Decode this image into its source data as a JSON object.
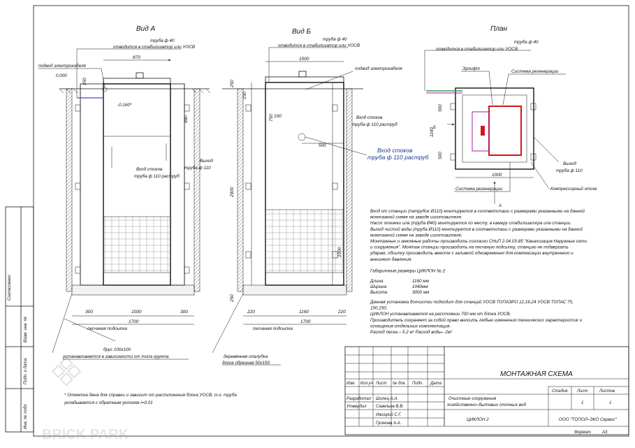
{
  "chart_data": {
    "type": "diagram",
    "title": "МОНТАЖНАЯ СХЕМА",
    "views": {
      "a": "Вид А",
      "b": "Вид Б",
      "plan": "План"
    },
    "labels": {
      "pipe40": "труба ф 40",
      "to_stabilizer": "отводится в стабилизатор или УОСВ",
      "cable": "подвод электрокабеля",
      "level_zero": "0,000",
      "level_mark": "-0.160*",
      "inlet": "Вход стоков",
      "inlet_pipe": "труба ф 110 раструб",
      "outlet": "Выход",
      "outlet_pipe": "труба ф 110",
      "sand_bed": "песчаная подсыпка",
      "beam": "брус 100х100",
      "beam_note": "устанавливается в зависимости от типа грунта",
      "wood": "деревянная опалубка",
      "board": "доска обрезная 50х150",
      "erlift": "Эрлифт",
      "regen": "Система регенерации",
      "compressor": "Компрессорный отсек",
      "arrow_a": "А",
      "arrow_b": "Б"
    },
    "dims": {
      "a_width": "870",
      "a_bottom_left": "300",
      "a_bottom_mid": "1000",
      "a_bottom_right": "300",
      "a_total": "1700",
      "a_top": "250",
      "a_depth": "880",
      "b_top": "1000",
      "b_250": "250",
      "b_150": "150",
      "b_100": "100",
      "b_750": "750",
      "b_500": "500",
      "b_2900": "2900",
      "b_1000v": "1000",
      "b_250b": "250",
      "b_220l": "220",
      "b_1160": "1160",
      "b_220r": "220",
      "b_1700": "1700",
      "p_500": "500",
      "p_1160": "1160",
      "p_500b": "500",
      "p_1000": "1000"
    },
    "notes": [
      "Вход от станции (патрубок Ø110) монтируется в соответствии с размерами указанными на данной монтажной схеме на заводе изготовителе.",
      "Насос откачки ила (труба Ø40) монтируется по месту, в камеру стабилизатора ила станции.",
      "Выход чистой воды (труба Ø110) монтируется в соответствии с размерами указанными на данной монтажной схеме на заводе изготовителе.",
      "Монтажные и земляные работы производить согласно СНиП 2.04.03-85 \"Канализация.Наружные сети и сооружения\". Монтаж станции производить на песчаную подсыпку, станцию не подвергать ударам, обсыпку производить вместе с заливкой одновременно для компенсации внутреннего и внешнего давления."
    ],
    "dimensions_title": "Габаритные размеры ЦИКЛОН № 2",
    "dimensions": [
      {
        "name": "Длина",
        "value": "1160 мм"
      },
      {
        "name": "Ширина",
        "value": "1040мм"
      },
      {
        "name": "Высота",
        "value": "3000 мм"
      }
    ],
    "notes2": [
      "Данная установка доочистки подходит для станций УОСВ ТОПАЭРО 12,16,24 УОСВ ТОПАС 75, 100,150.",
      "ЦИКЛОН устанавливается на расстоянии 700 мм от блока УОСВ.",
      "Производитель сохраняет за собой право вносить любые изменения технических характеристик и оснащения отдельных комплектация.",
      "Расход песка – 5.2 м³ Расход воды– 2м³"
    ],
    "footnote": [
      "* Отметка дана для справки и зависит от расположения блока УОСВ, т.к. труба",
      "укладывается с обратным уклоном i=0.01"
    ],
    "stamp": {
      "header": [
        "Изм.",
        "Кол.уч",
        "Лист",
        "№ док.",
        "Подп.",
        "Дата"
      ],
      "rows": [
        {
          "role": "Разработал",
          "name": "Шилец А.А."
        },
        {
          "role": "Утвердил",
          "name": "Савельев В.В."
        },
        {
          "role": "",
          "name": "Ижицкий С.Г."
        },
        {
          "role": "",
          "name": "Громова А.А."
        }
      ],
      "project": "Очистные сооружения хозяйственно–бытовых сточных вод",
      "stage_h": "Стадия",
      "sheet_h": "Лист",
      "sheets_h": "Листов",
      "sheet": "1",
      "sheets": "1",
      "product": "ЦИКЛОН 2",
      "company": "ООО \"ТОПОЛ–ЭКО Сервис\"",
      "format_label": "Формат",
      "format": "А3"
    },
    "side_labels": [
      "Согласовано",
      "Взам. инв. №",
      "Подп. и дата",
      "Инв. № подл."
    ],
    "watermark": "BRICK PARK"
  }
}
